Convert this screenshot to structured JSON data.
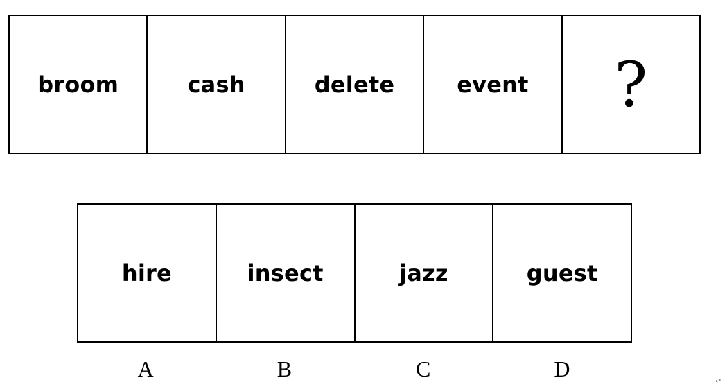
{
  "sequence": {
    "words": [
      "broom",
      "cash",
      "delete",
      "event"
    ],
    "unknown": "?"
  },
  "options": [
    {
      "word": "hire",
      "label": "A"
    },
    {
      "word": "insect",
      "label": "B"
    },
    {
      "word": "jazz",
      "label": "C"
    },
    {
      "word": "guest",
      "label": "D"
    }
  ],
  "paragraph_mark": "↵"
}
